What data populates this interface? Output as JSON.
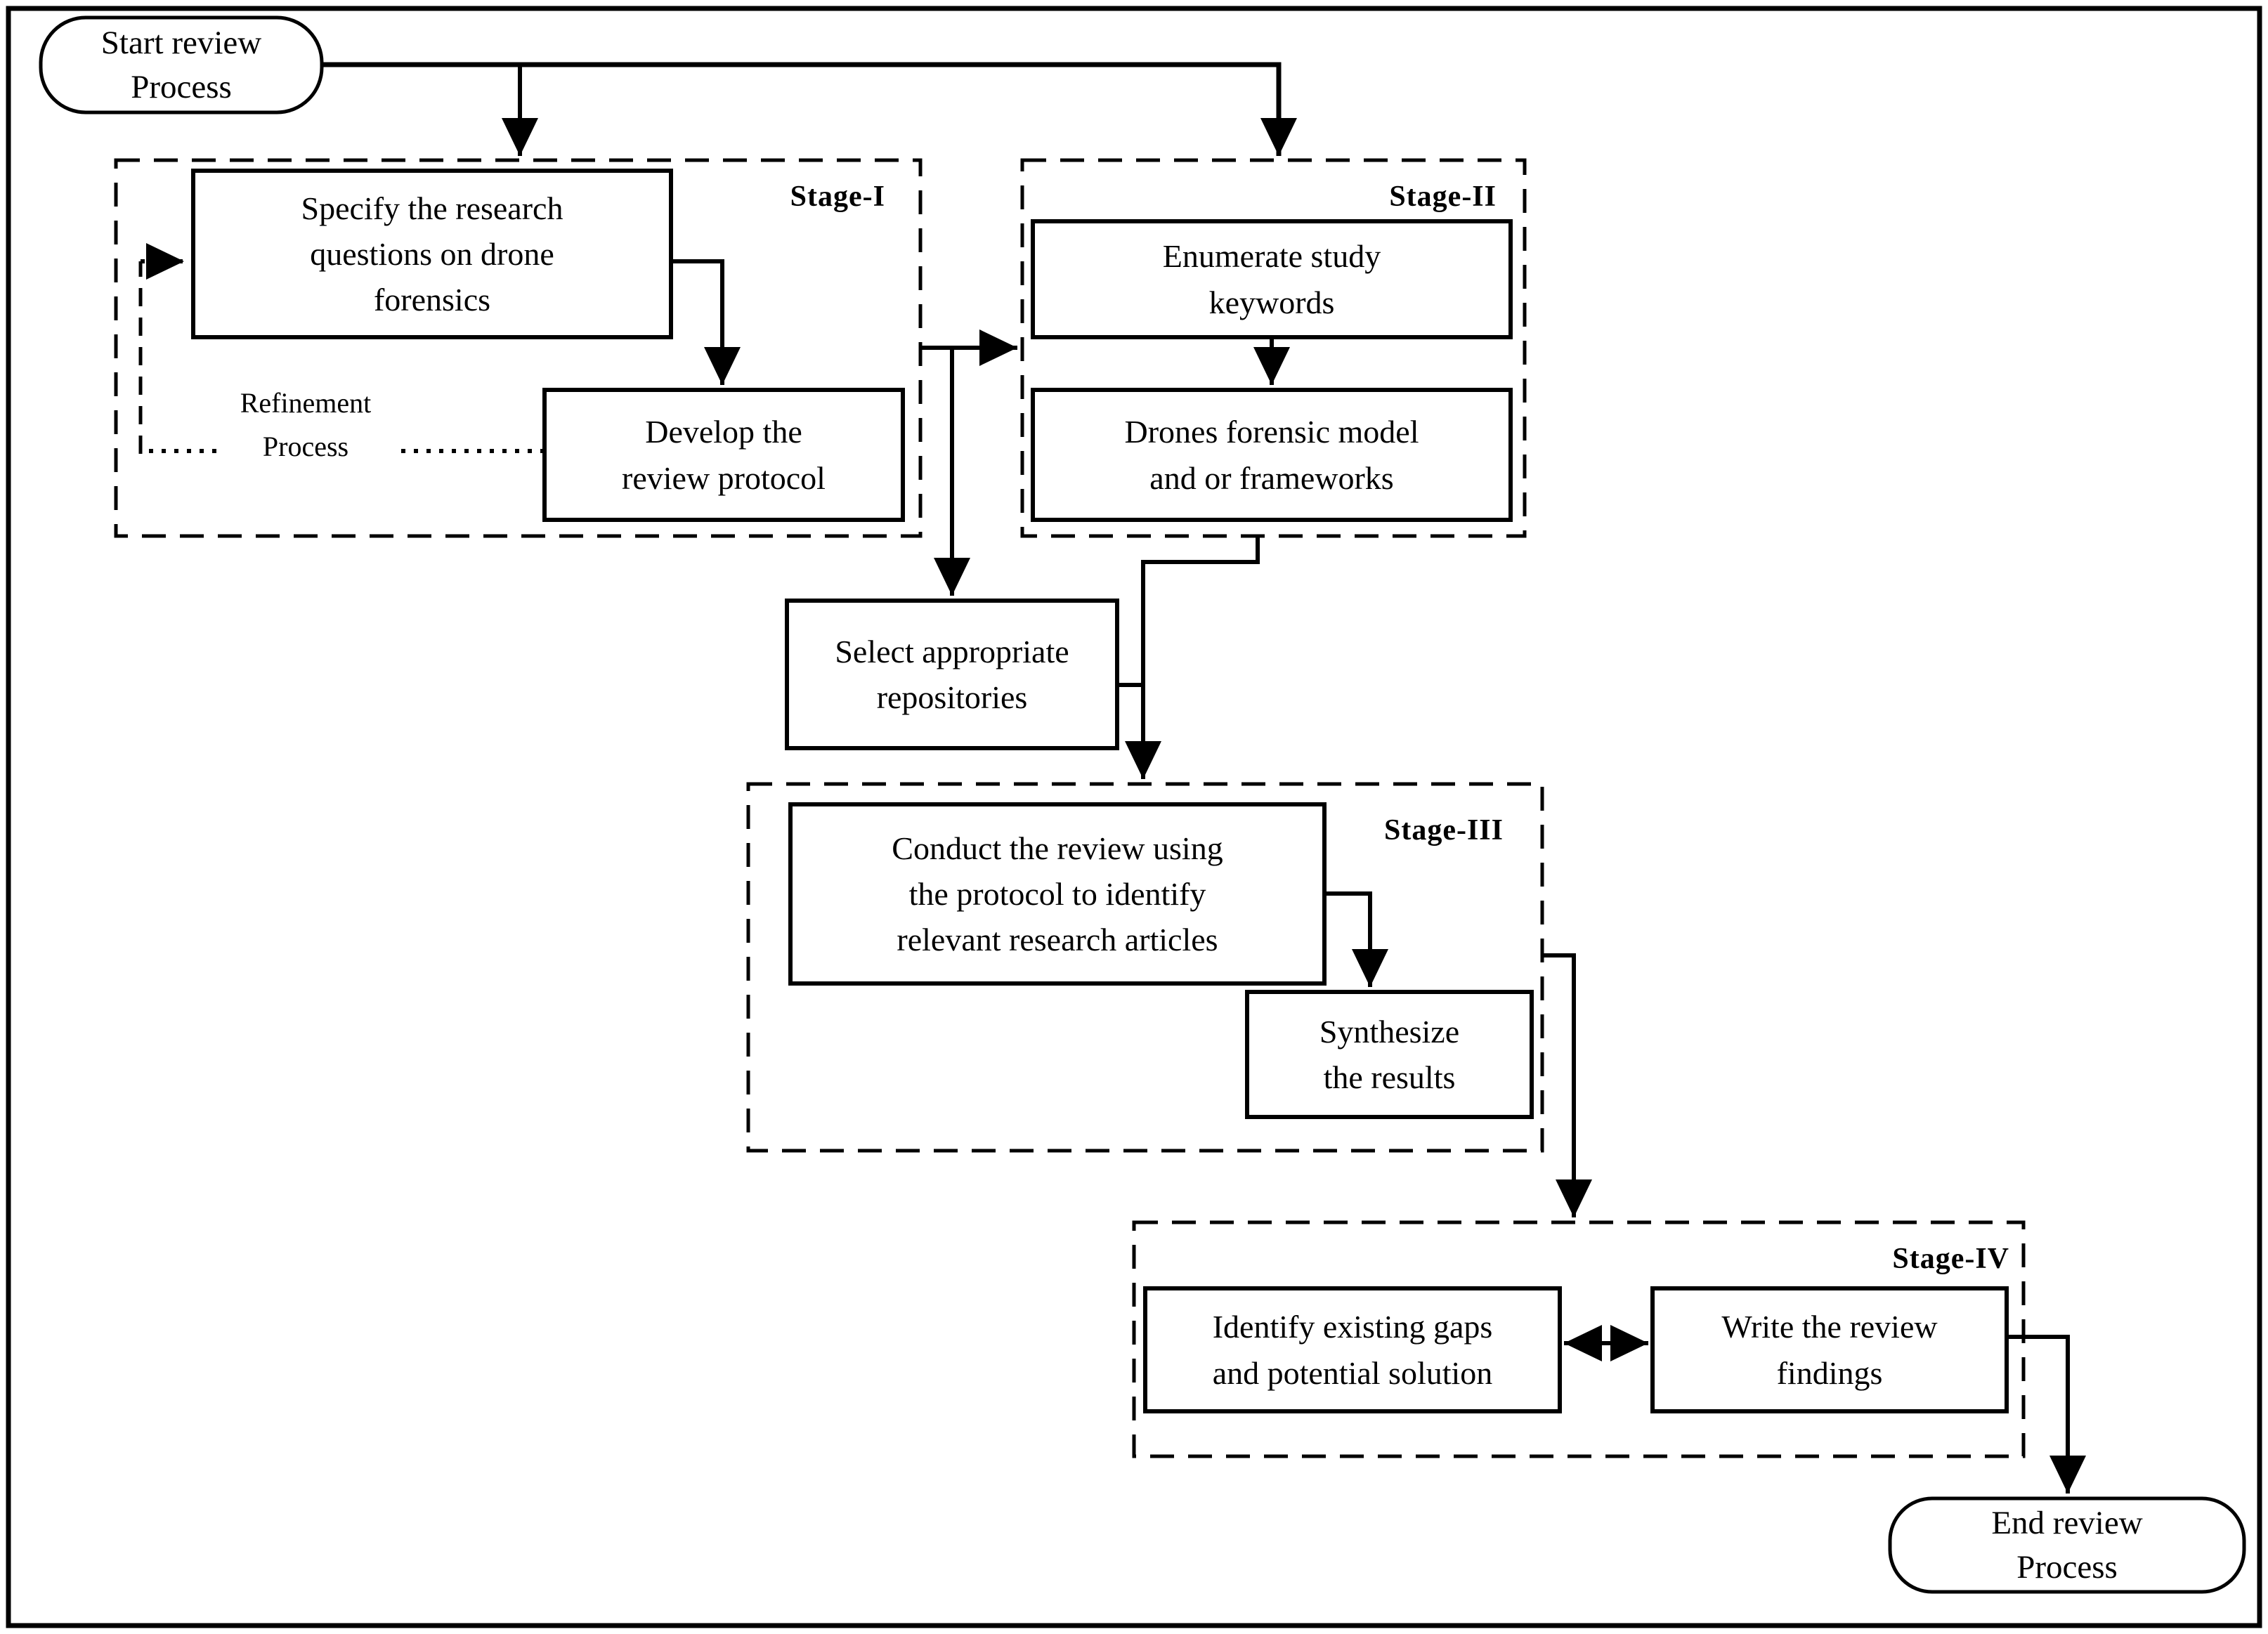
{
  "colors": {
    "background": "#ffffff",
    "stroke": "#000000"
  },
  "nodes": {
    "start": "Start review\nProcess",
    "specify": "Specify the research\nquestions on drone\nforensics",
    "develop": "Develop the\nreview protocol",
    "refinement": "Refinement\nProcess",
    "enumerate": "Enumerate study\nkeywords",
    "drones": "Drones forensic model\nand or frameworks",
    "select": "Select appropriate\nrepositories",
    "conduct": "Conduct the review using\nthe protocol to identify\nrelevant research articles",
    "synthesize": "Synthesize\nthe results",
    "identify": "Identify existing gaps\nand potential solution",
    "write": "Write the review\nfindings",
    "end": "End review\nProcess"
  },
  "stage_labels": {
    "stage1": "Stage-I",
    "stage2": "Stage-II",
    "stage3": "Stage-III",
    "stage4": "Stage-IV"
  }
}
